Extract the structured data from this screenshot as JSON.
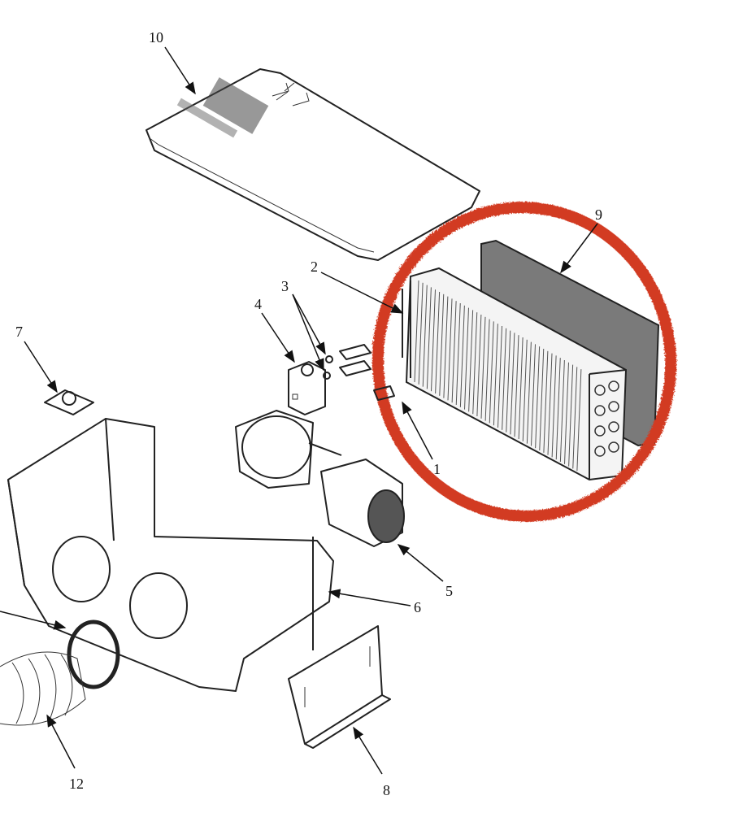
{
  "diagram": {
    "callouts": [
      {
        "id": "1",
        "text": "1"
      },
      {
        "id": "2",
        "text": "2"
      },
      {
        "id": "3",
        "text": "3"
      },
      {
        "id": "4",
        "text": "4"
      },
      {
        "id": "5",
        "text": "5"
      },
      {
        "id": "6",
        "text": "6"
      },
      {
        "id": "7",
        "text": "7"
      },
      {
        "id": "8",
        "text": "8"
      },
      {
        "id": "9",
        "text": "9"
      },
      {
        "id": "10",
        "text": "10"
      },
      {
        "id": "12",
        "text": "12"
      }
    ],
    "highlight_color": "#d23a22",
    "highlighted_part": "1"
  }
}
